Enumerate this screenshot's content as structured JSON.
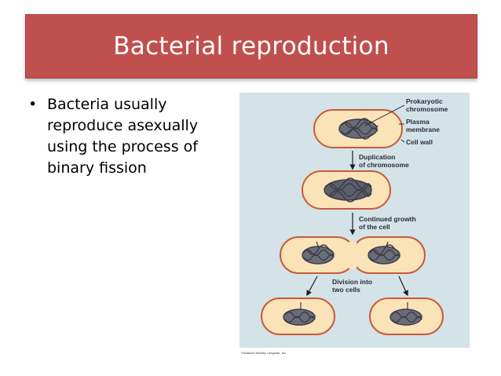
{
  "slide": {
    "title": "Bacterial reproduction",
    "bullet": "Bacteria usually reproduce asexually using the process of binary fission"
  },
  "figure": {
    "labels": {
      "prokaryotic_line1": "Prokaryotic",
      "prokaryotic_line2": "chromosome",
      "plasma_line1": "Plasma",
      "plasma_line2": "membrane",
      "cell_wall": "Cell wall",
      "duplication_line1": "Duplication",
      "duplication_line2": "of chromosome",
      "growth_line1": "Continued growth",
      "growth_line2": "of the cell",
      "division_line1": "Division into",
      "division_line2": "two cells"
    },
    "copyright": "©Addison Wesley Longman, Inc.",
    "colors": {
      "background": "#d3e3e8",
      "cell_fill": "#fbe3b8",
      "cell_outline": "#c85a3a",
      "chromosome": "#3a3d47"
    }
  }
}
